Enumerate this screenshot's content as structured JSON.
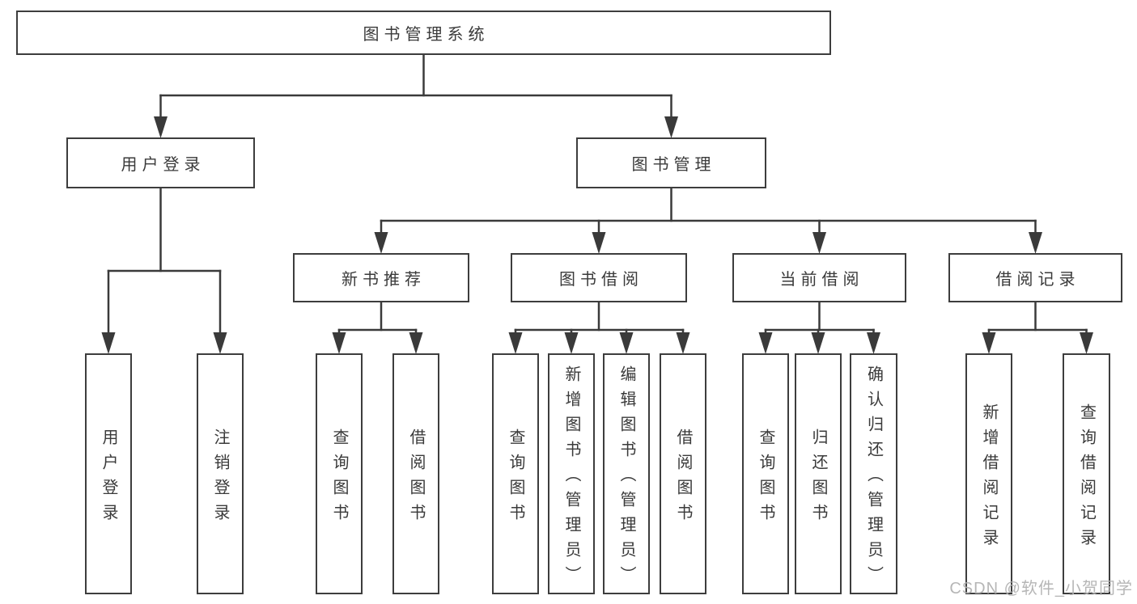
{
  "diagram": {
    "type": "tree",
    "nodes": {
      "root": {
        "label": "图书管理系统"
      },
      "user_login": {
        "label": "用户登录"
      },
      "book_mgmt": {
        "label": "图书管理"
      },
      "new_book": {
        "label": "新书推荐"
      },
      "book_borrow": {
        "label": "图书借阅"
      },
      "current_borrow": {
        "label": "当前借阅"
      },
      "borrow_record": {
        "label": "借阅记录"
      },
      "leaf_user_login": {
        "label": "用户登录"
      },
      "leaf_logout": {
        "label": "注销登录"
      },
      "leaf_nb_query": {
        "label": "查询图书"
      },
      "leaf_nb_borrow": {
        "label": "借阅图书"
      },
      "leaf_bb_query": {
        "label": "查询图书"
      },
      "leaf_bb_add": {
        "label": "新增图书（管理员）"
      },
      "leaf_bb_edit": {
        "label": "编辑图书（管理员）"
      },
      "leaf_bb_borrow": {
        "label": "借阅图书"
      },
      "leaf_cb_query": {
        "label": "查询图书"
      },
      "leaf_cb_return": {
        "label": "归还图书"
      },
      "leaf_cb_confirm": {
        "label": "确认归还（管理员）"
      },
      "leaf_br_add": {
        "label": "新增借阅记录"
      },
      "leaf_br_query": {
        "label": "查询借阅记录"
      }
    },
    "edges": [
      {
        "parent": "root",
        "children": [
          "user_login",
          "book_mgmt"
        ]
      },
      {
        "parent": "user_login",
        "children": [
          "leaf_user_login",
          "leaf_logout"
        ]
      },
      {
        "parent": "book_mgmt",
        "children": [
          "new_book",
          "book_borrow",
          "current_borrow",
          "borrow_record"
        ]
      },
      {
        "parent": "new_book",
        "children": [
          "leaf_nb_query",
          "leaf_nb_borrow"
        ]
      },
      {
        "parent": "book_borrow",
        "children": [
          "leaf_bb_query",
          "leaf_bb_add",
          "leaf_bb_edit",
          "leaf_bb_borrow"
        ]
      },
      {
        "parent": "current_borrow",
        "children": [
          "leaf_cb_query",
          "leaf_cb_return",
          "leaf_cb_confirm"
        ]
      },
      {
        "parent": "borrow_record",
        "children": [
          "leaf_br_add",
          "leaf_br_query"
        ]
      }
    ],
    "colors": {
      "line": "#3a3a3a",
      "box_border": "#3d3d3d",
      "text": "#3a3a3a",
      "background": "#ffffff",
      "watermark": "#b3b3b3"
    }
  },
  "watermark": {
    "text": "CSDN @软件_小贺同学"
  }
}
